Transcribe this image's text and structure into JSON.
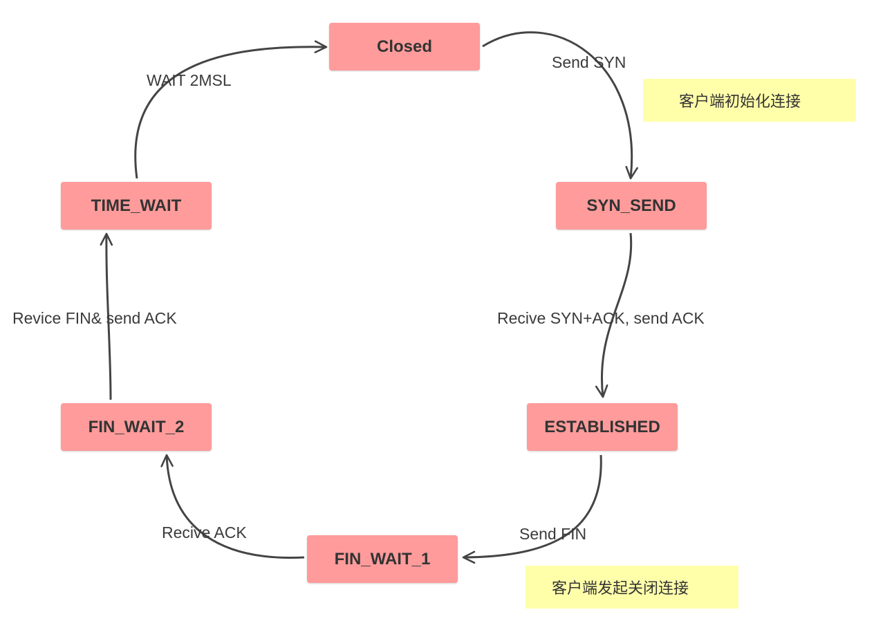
{
  "colors": {
    "node_fill": "#ff9b9b",
    "node_text": "#333333",
    "edge_stroke": "#444444",
    "note_fill": "#ffffaa",
    "note_fold": "#d9d98a"
  },
  "nodes": {
    "closed": "Closed",
    "syn_send": "SYN_SEND",
    "established": "ESTABLISHED",
    "fin_wait_1": "FIN_WAIT_1",
    "fin_wait_2": "FIN_WAIT_2",
    "time_wait": "TIME_WAIT"
  },
  "edges": {
    "closed_to_syn_send": "Send SYN",
    "syn_send_to_established": "Recive SYN+ACK, send ACK",
    "established_to_fin_wait_1": "Send FIN",
    "fin_wait_1_to_fin_wait_2": "Recive ACK",
    "fin_wait_2_to_time_wait": "Revice FIN& send ACK",
    "time_wait_to_closed": "WAIT 2MSL"
  },
  "notes": {
    "client_init": "客户端初始化连接",
    "client_close": "客户端发起关闭连接"
  }
}
